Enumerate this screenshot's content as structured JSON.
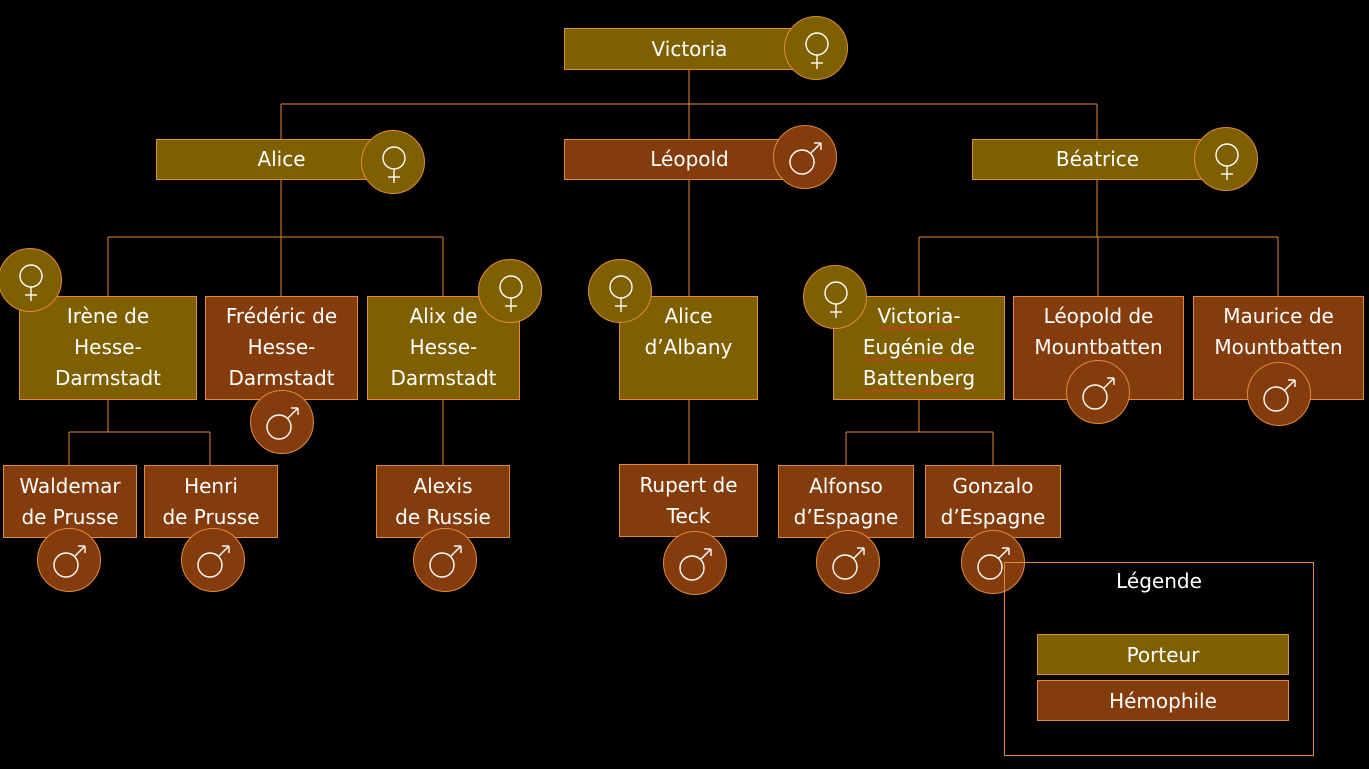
{
  "colors": {
    "carrier": "#7f6000",
    "hemophile": "#843c0c",
    "line": "#e08a3c",
    "background": "#000000"
  },
  "people": {
    "victoria": "Victoria",
    "alice": "Alice",
    "leopold": "Léopold",
    "beatrice": "Béatrice",
    "irene": "Irène de\nHesse-\nDarmstadt",
    "frederic": "Frédéric de\nHesse-\nDarmstadt",
    "alix": "Alix de\nHesse-\nDarmstadt",
    "alice_albany": "Alice\nd’Albany",
    "victoria_eugenie": "Victoria-\nEugénie de\nBattenberg",
    "leopold_mountbatten": "Léopold de\nMountbatten",
    "maurice_mountbatten": "Maurice de\nMountbatten",
    "waldemar": "Waldemar\nde Prusse",
    "henri": "Henri\nde Prusse",
    "alexis": "Alexis\nde Russie",
    "rupert": "Rupert de\nTeck",
    "alfonso": "Alfonso\nd’Espagne",
    "gonzalo": "Gonzalo\nd’Espagne"
  },
  "badges": {
    "victoria": "female-symbol-icon",
    "alice": "female-symbol-icon",
    "leopold": "male-symbol-icon",
    "beatrice": "female-symbol-icon"
  },
  "legend": {
    "title": "Légende",
    "items": [
      {
        "label": "Porteur",
        "status": "carrier"
      },
      {
        "label": "Hémophile",
        "status": "hemophile"
      }
    ]
  }
}
